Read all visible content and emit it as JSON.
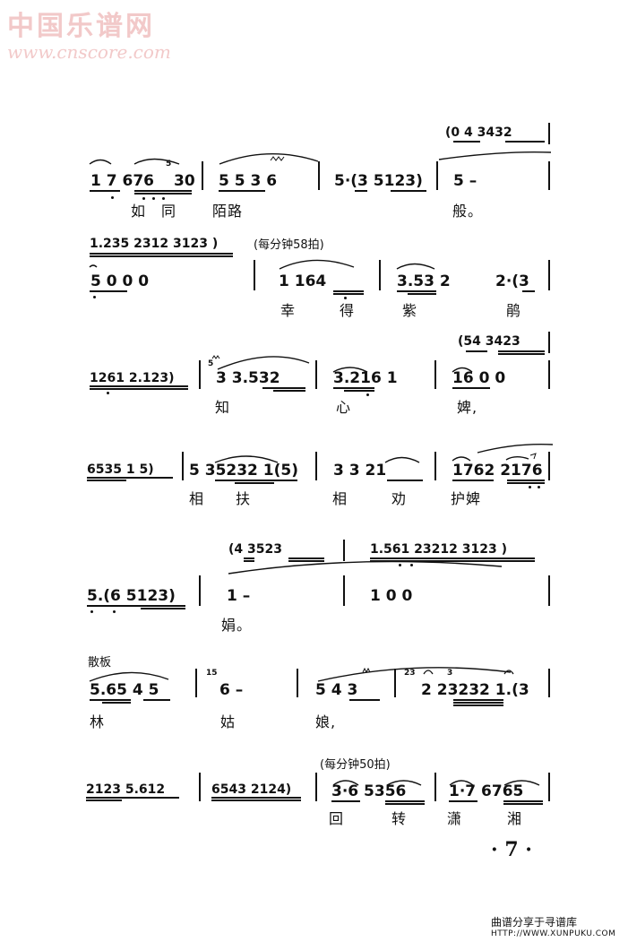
{
  "watermark": {
    "site_cn": "中国乐谱网",
    "url": "www.cnscore.com"
  },
  "row1": {
    "prelude": "(0 4   3432",
    "m1": "1 7   676",
    "grace": "5",
    "m1b": "30",
    "m2": "5 5 3 6",
    "m3": "5·(3   5123)",
    "m4": "5   –",
    "lyrics": [
      "如",
      "同",
      "陌路",
      "般。"
    ]
  },
  "row2": {
    "prelude": "1.235   2312   3123 )",
    "tempo": "(每分钟58拍)",
    "m1": "5 0   0   0",
    "m2": "1   164",
    "m3": "3.53  2",
    "m4": "2·(3",
    "lyrics": [
      "幸",
      "得",
      "紫",
      "鹃"
    ]
  },
  "row3": {
    "prelude": "(54  3423",
    "m1": "1261   2.123)",
    "grace": "5",
    "m2": "3    3.532",
    "m3": "3.216 1",
    "m4": "16 0  0",
    "lyrics": [
      "知",
      "心",
      "婢,"
    ]
  },
  "row4": {
    "m1": "6535   1 5)",
    "m2": "5   35232  1(5)",
    "m3": "3     3 21",
    "m4": "1762   2176",
    "lyrics": [
      "相",
      "扶",
      "相",
      "劝",
      "护婢"
    ]
  },
  "row5": {
    "prelude1": "(4    3523",
    "prelude2": "1.561   23212   3123 )",
    "m1": "5.(6   5123)",
    "m2": "1   –",
    "m3": "1    0    0",
    "lyrics": [
      "娟。"
    ]
  },
  "row6": {
    "label": "散板",
    "m1": "5.65   4 5",
    "grace1": "15",
    "m2": "6   –",
    "m3": "5    4 3",
    "grace2": "23",
    "grace3": "3",
    "m4": "2   23232  1.(3",
    "lyrics": [
      "林",
      "姑",
      "娘,"
    ]
  },
  "row7": {
    "tempo": "(每分钟50拍)",
    "m1": "2123   5.612",
    "m2": "6543   2124)",
    "m3": "3·6    5356",
    "m4": "1·7    6765",
    "lyrics": [
      "回",
      "转",
      "潇",
      "湘"
    ]
  },
  "page_number": "· 7 ·",
  "footer": {
    "line1": "曲谱分享于寻谱库",
    "line2": "HTTP://WWW.XUNPUKU.COM"
  }
}
